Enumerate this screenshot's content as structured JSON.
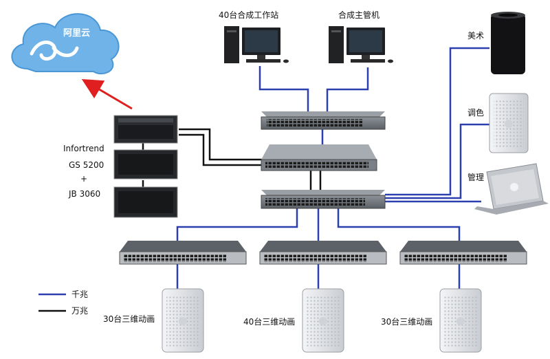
{
  "cloud": {
    "label": "阿里云"
  },
  "workstations": {
    "label": "40台合成工作站"
  },
  "master": {
    "label": "合成主管机"
  },
  "storage": {
    "brand": "Infortrend",
    "model1": "GS 5200",
    "plus": "+",
    "model2": "JB 3060"
  },
  "clients": {
    "art": "美术",
    "color": "调色",
    "admin": "管理"
  },
  "render_groups": [
    {
      "label": "30台三维动画"
    },
    {
      "label": "40台三维动画"
    },
    {
      "label": "30台三维动画"
    }
  ],
  "legend": {
    "gigabit": {
      "label": "千兆",
      "color": "#2b3fae"
    },
    "ten_gigabit": {
      "label": "万兆",
      "color": "#111111"
    }
  },
  "colors": {
    "cloud": "#6fb3e8",
    "arrow": "#e02020"
  }
}
